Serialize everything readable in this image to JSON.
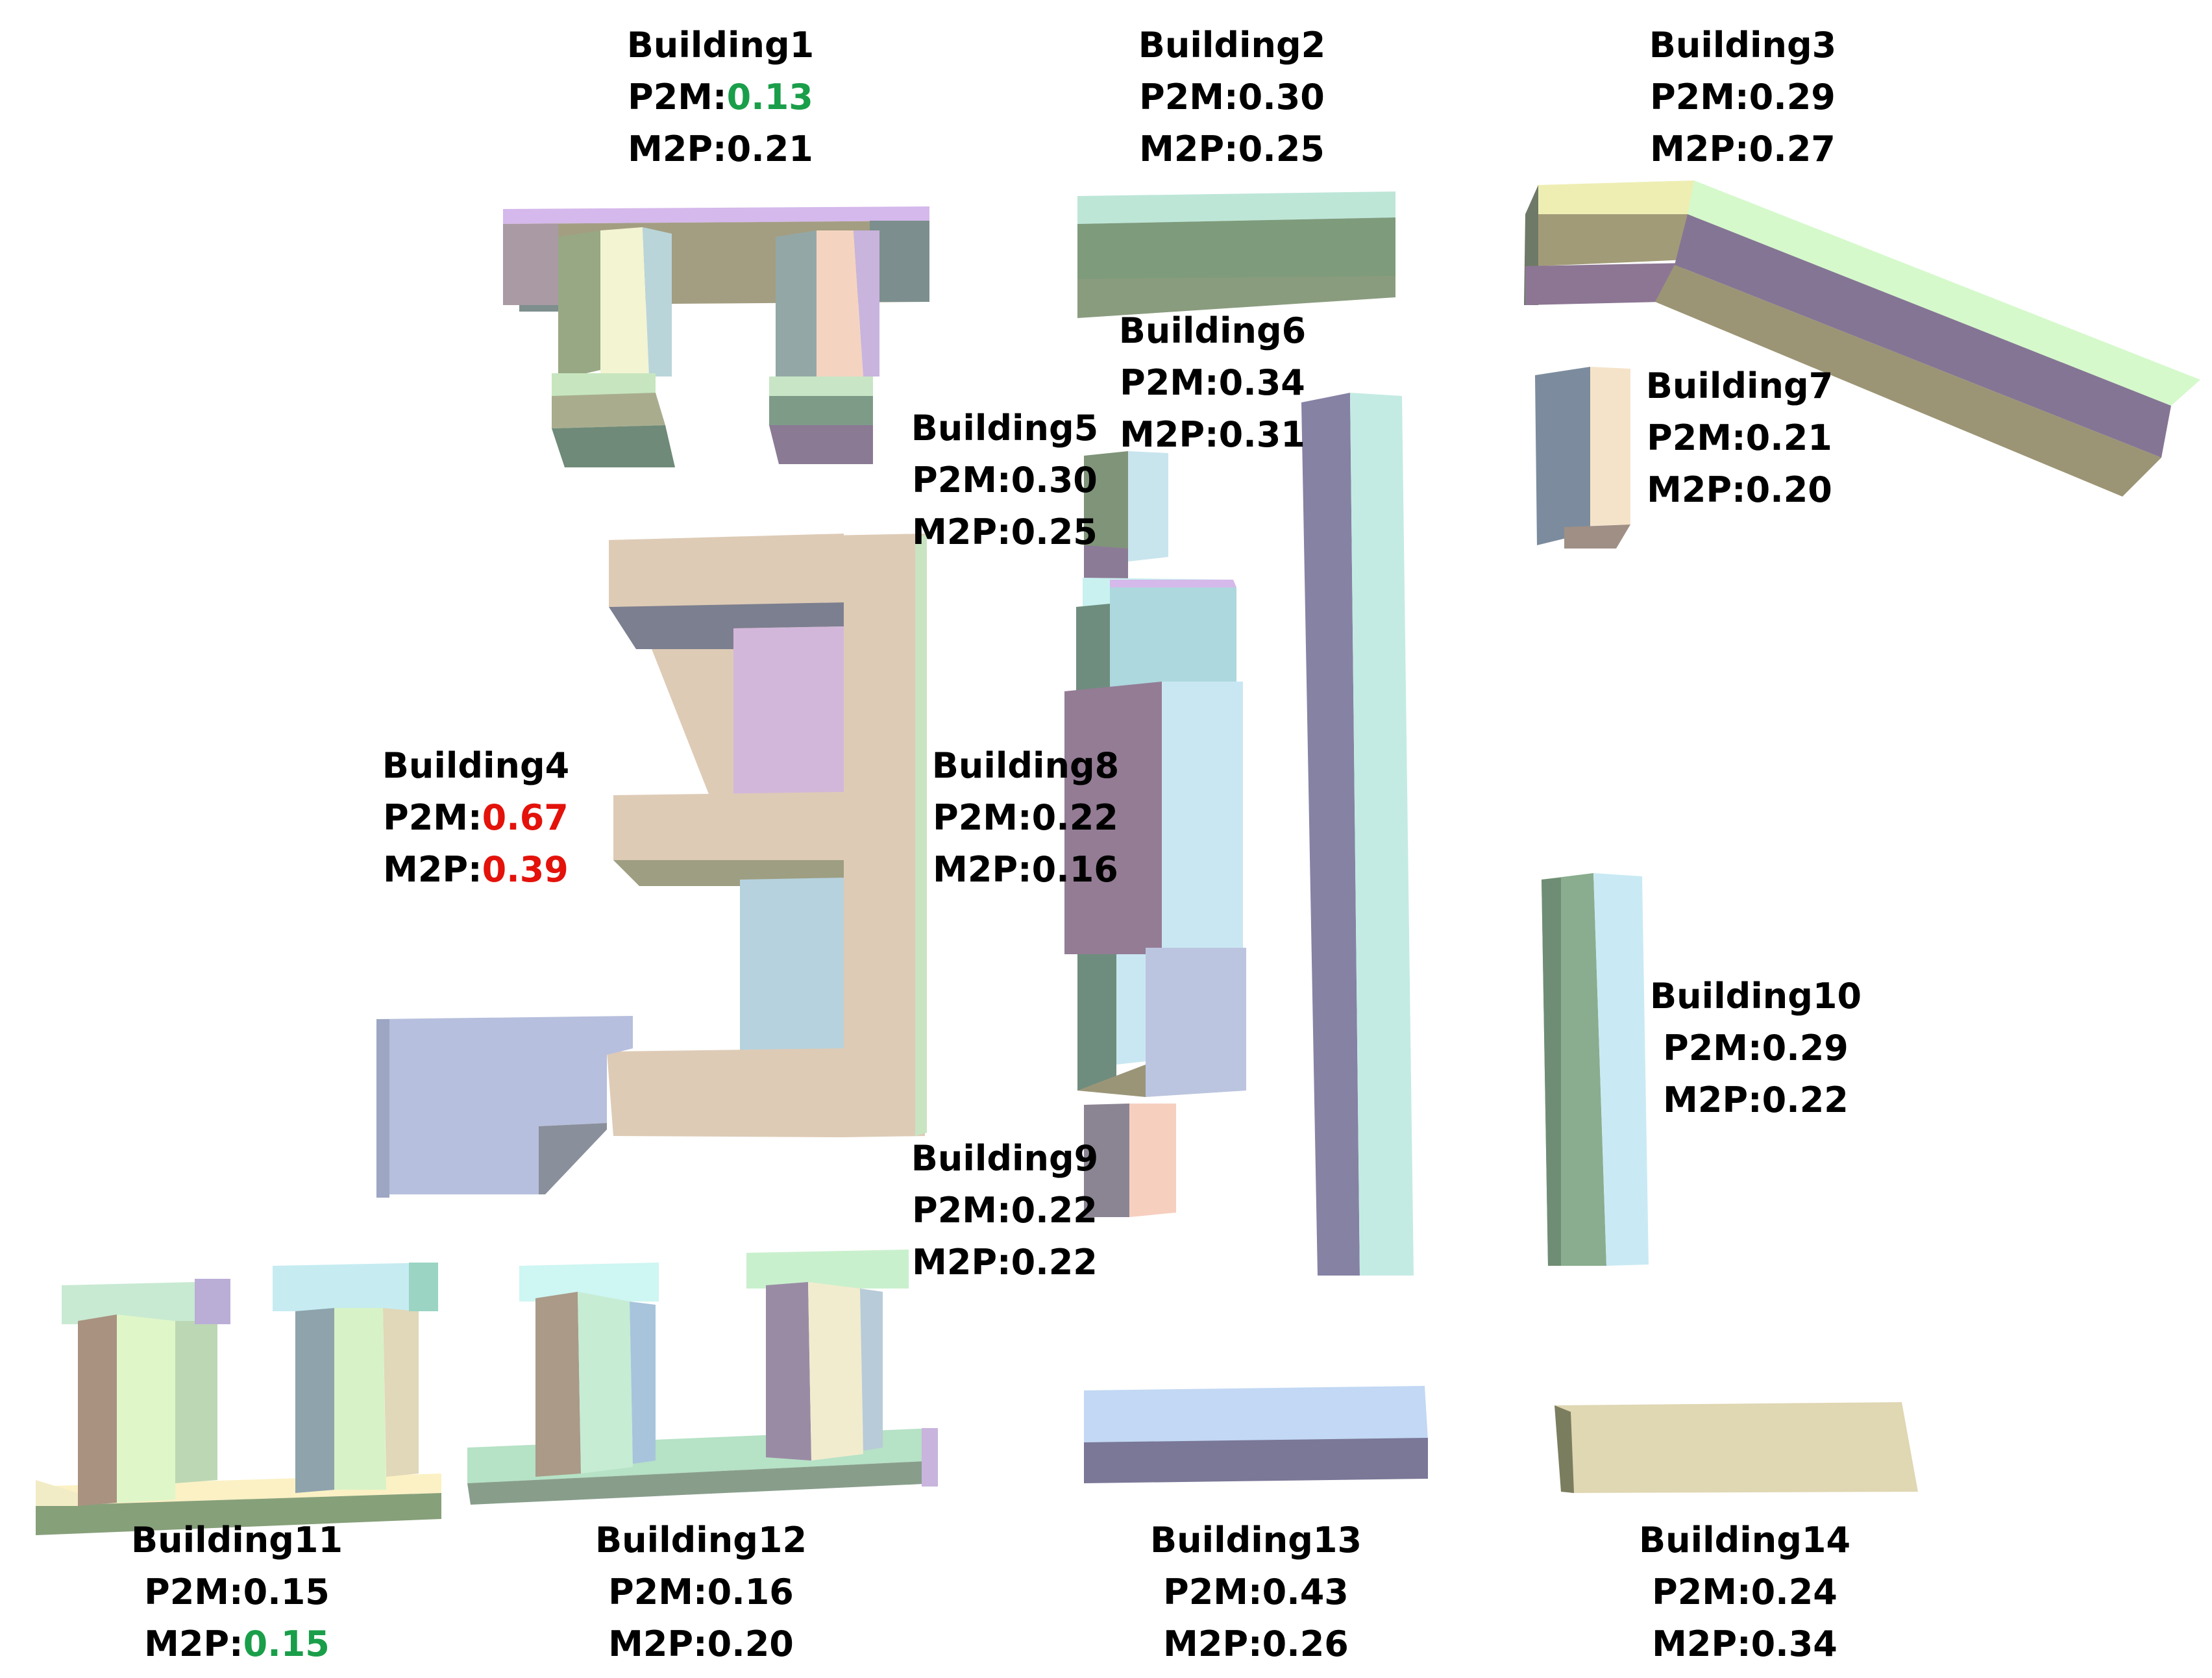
{
  "colors": {
    "best": "#1a9e4a",
    "worst": "#e3120b",
    "normal": "#000000"
  },
  "buildings": [
    {
      "name": "Building1",
      "p2m_label": "P2M:",
      "p2m": "0.13",
      "p2m_status": "best",
      "m2p_label": "M2P:",
      "m2p": "0.21",
      "m2p_status": "normal"
    },
    {
      "name": "Building2",
      "p2m_label": "P2M:",
      "p2m": "0.30",
      "p2m_status": "normal",
      "m2p_label": "M2P:",
      "m2p": "0.25",
      "m2p_status": "normal"
    },
    {
      "name": "Building3",
      "p2m_label": "P2M:",
      "p2m": "0.29",
      "p2m_status": "normal",
      "m2p_label": "M2P:",
      "m2p": "0.27",
      "m2p_status": "normal"
    },
    {
      "name": "Building4",
      "p2m_label": "P2M:",
      "p2m": "0.67",
      "p2m_status": "worst",
      "m2p_label": "M2P:",
      "m2p": "0.39",
      "m2p_status": "worst"
    },
    {
      "name": "Building5",
      "p2m_label": "P2M:",
      "p2m": "0.30",
      "p2m_status": "normal",
      "m2p_label": "M2P:",
      "m2p": "0.25",
      "m2p_status": "normal"
    },
    {
      "name": "Building6",
      "p2m_label": "P2M:",
      "p2m": "0.34",
      "p2m_status": "normal",
      "m2p_label": "M2P:",
      "m2p": "0.31",
      "m2p_status": "normal"
    },
    {
      "name": "Building7",
      "p2m_label": "P2M:",
      "p2m": "0.21",
      "p2m_status": "normal",
      "m2p_label": "M2P:",
      "m2p": "0.20",
      "m2p_status": "normal"
    },
    {
      "name": "Building8",
      "p2m_label": "P2M:",
      "p2m": "0.22",
      "p2m_status": "normal",
      "m2p_label": "M2P:",
      "m2p": "0.16",
      "m2p_status": "normal"
    },
    {
      "name": "Building9",
      "p2m_label": "P2M:",
      "p2m": "0.22",
      "p2m_status": "normal",
      "m2p_label": "M2P:",
      "m2p": "0.22",
      "m2p_status": "normal"
    },
    {
      "name": "Building10",
      "p2m_label": "P2M:",
      "p2m": "0.29",
      "p2m_status": "normal",
      "m2p_label": "M2P:",
      "m2p": "0.22",
      "m2p_status": "normal"
    },
    {
      "name": "Building11",
      "p2m_label": "P2M:",
      "p2m": "0.15",
      "p2m_status": "normal",
      "m2p_label": "M2P:",
      "m2p": "0.15",
      "m2p_status": "best"
    },
    {
      "name": "Building12",
      "p2m_label": "P2M:",
      "p2m": "0.16",
      "p2m_status": "normal",
      "m2p_label": "M2P:",
      "m2p": "0.20",
      "m2p_status": "normal"
    },
    {
      "name": "Building13",
      "p2m_label": "P2M:",
      "p2m": "0.43",
      "p2m_status": "normal",
      "m2p_label": "M2P:",
      "m2p": "0.26",
      "m2p_status": "normal"
    },
    {
      "name": "Building14",
      "p2m_label": "P2M:",
      "p2m": "0.24",
      "p2m_status": "normal",
      "m2p_label": "M2P:",
      "m2p": "0.34",
      "m2p_status": "normal"
    }
  ]
}
